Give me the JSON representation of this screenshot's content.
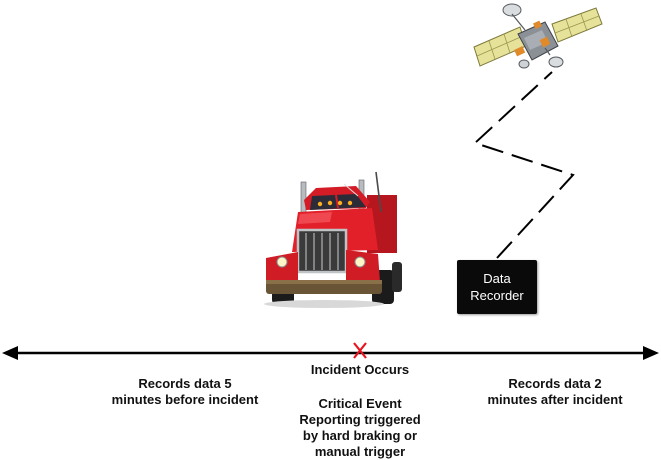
{
  "diagram": {
    "recorder_label": "Data\nRecorder",
    "incident_label": "Incident Occurs",
    "before_label": "Records data  5\nminutes before incident",
    "critical_label": "Critical Event\nReporting triggered\nby hard braking or\nmanual trigger",
    "after_label": "Records data 2\nminutes after incident",
    "incident_marker": "X",
    "colors": {
      "timeline": "#000000",
      "incident_marker": "#e8141e",
      "truck_cab": "#e2202a",
      "recorder_box": "#0a0a0a",
      "satellite_panel": "#e7e29a"
    },
    "icons": [
      "truck-icon",
      "satellite-icon"
    ]
  }
}
